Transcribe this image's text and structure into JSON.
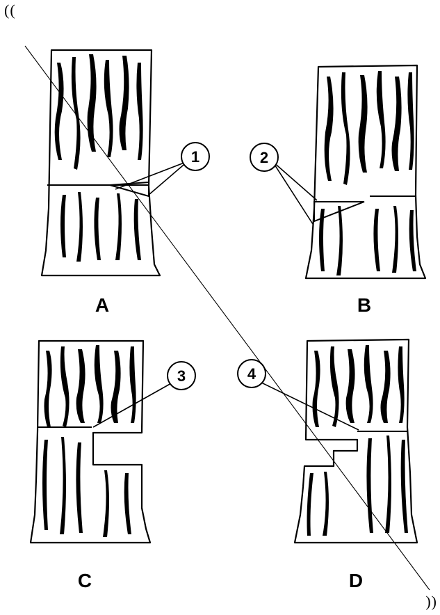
{
  "corner_marks": {
    "top_left": "((",
    "bottom_right": "))"
  },
  "panels": [
    {
      "label": "A",
      "callout": "1"
    },
    {
      "label": "B",
      "callout": "2"
    },
    {
      "label": "C",
      "callout": "3"
    },
    {
      "label": "D",
      "callout": "4"
    }
  ]
}
